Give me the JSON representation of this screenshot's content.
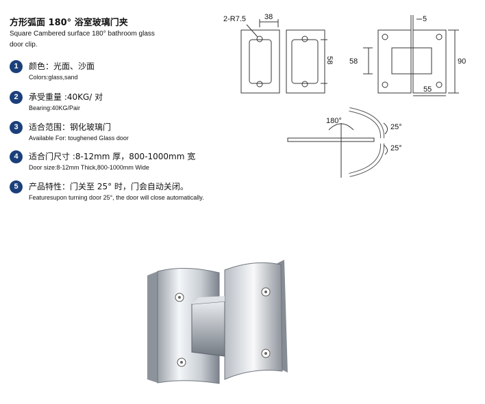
{
  "header": {
    "title_cn": "方形弧面 180° 浴室玻璃门夹",
    "title_en": "Square Cambered surface 180° bathroom glass door clip."
  },
  "features": [
    {
      "num": "1",
      "cn": "颜色：光面、沙面",
      "en": "Colors:glass,sand"
    },
    {
      "num": "2",
      "cn": "承受重量 :40KG/ 对",
      "en": "Bearing:40KG/Pair"
    },
    {
      "num": "3",
      "cn": "适合范围：钢化玻璃门",
      "en": "Available For: toughened Glass door"
    },
    {
      "num": "4",
      "cn": "适合门尺寸 :8-12mm 厚，800-1000mm 宽",
      "en": "Door size:8-12mm Thick,800-1000mm Wide"
    },
    {
      "num": "5",
      "cn": "产品特性：门关至 25° 时，门会自动关闭。",
      "en": "Featuresupon turning door 25°, the door will close automatically."
    }
  ],
  "drawing_left": {
    "radius_label": "2-R7.5",
    "width": "38",
    "height": "58"
  },
  "drawing_right": {
    "gap": "5",
    "inner_height": "58",
    "outer_height": "90",
    "half_width": "55"
  },
  "drawing_angle": {
    "open": "180°",
    "close_top": "25°",
    "close_bottom": "25°"
  },
  "colors": {
    "badge": "#1b3f7a",
    "line": "#333333",
    "metal_light": "#f2f4f6",
    "metal_dark": "#8a9098"
  }
}
